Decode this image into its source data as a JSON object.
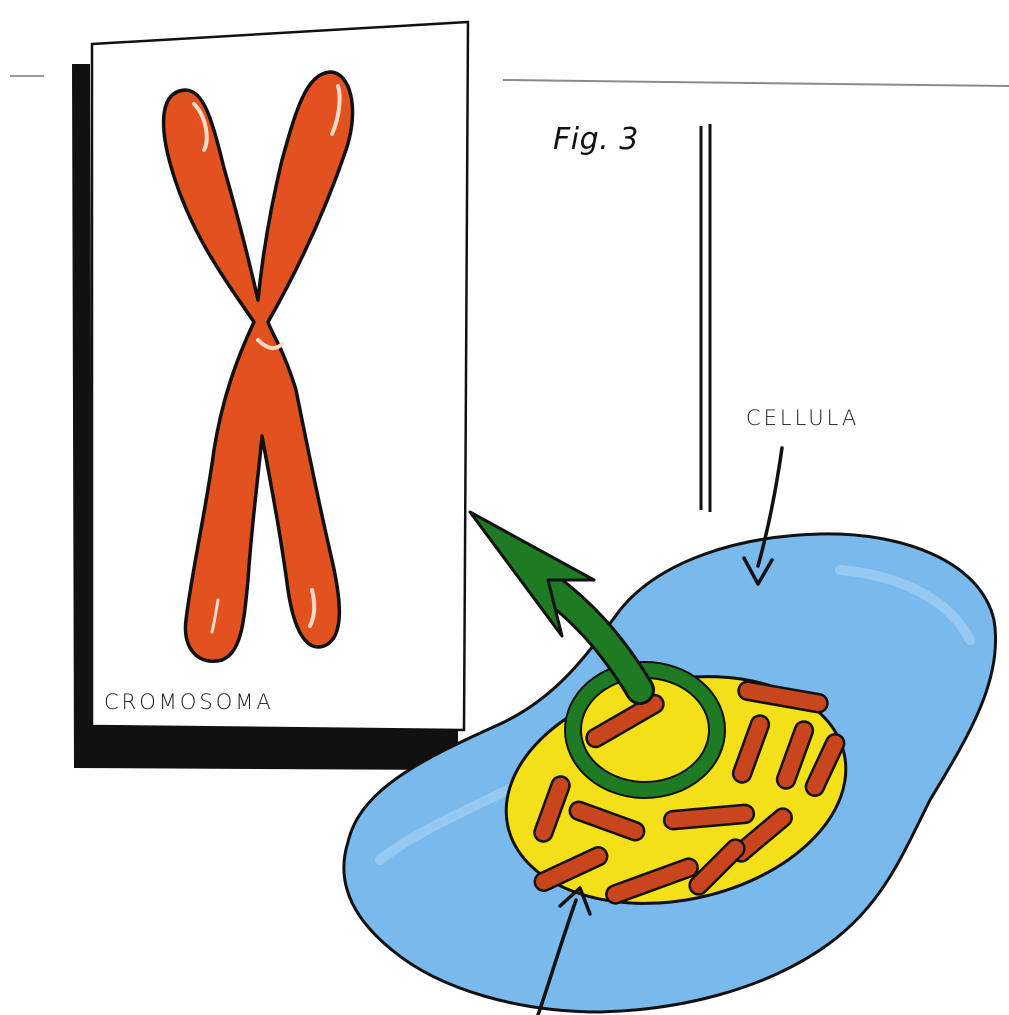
{
  "figure": {
    "label": "Fig. 3"
  },
  "labels": {
    "cell": "CELLULA",
    "chromosome": "CROMOSOMA"
  },
  "colors": {
    "chromosome": "#e2521f",
    "cell_body": "#7ab9ec",
    "nucleus": "#f4e018",
    "nucleus_ring": "#1f7a24",
    "arrow_green": "#1f7a24",
    "inner_bodies": "#c8451e",
    "outline": "#111111"
  }
}
